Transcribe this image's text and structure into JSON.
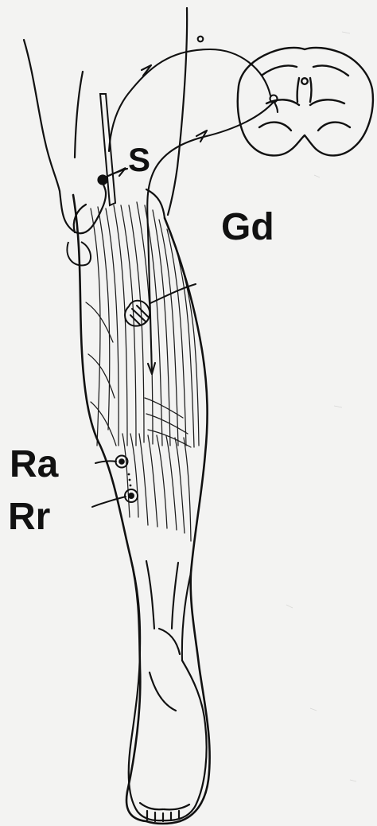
{
  "figure": {
    "type": "anatomical-illustration",
    "subject": "lower-leg",
    "colors": {
      "background": "#f3f3f2",
      "ink": "#111111",
      "shading": "#8a8a8a"
    }
  },
  "labels": {
    "stimulation": "S",
    "recording_site": "Gd",
    "active_electrode": "Ra",
    "reference_electrode": "Rr"
  },
  "icons": [
    "spinal-cord-cross-section-icon",
    "nerve-pathway-icon",
    "stimulating-electrode-icon",
    "recording-electrode-icon"
  ]
}
